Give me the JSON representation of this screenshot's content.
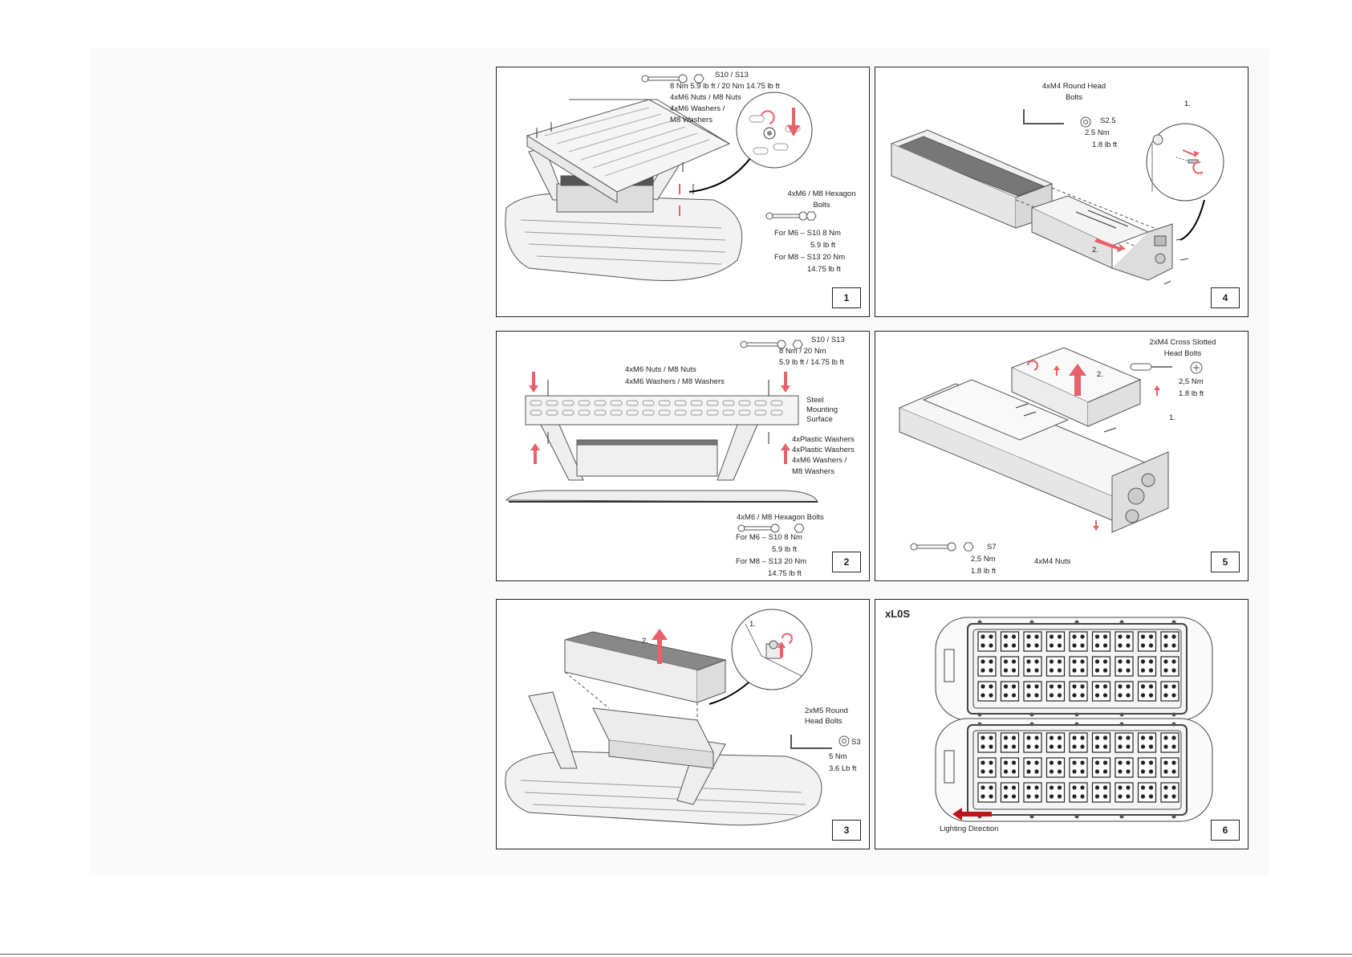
{
  "panels": {
    "p1": {
      "number": "1",
      "tool": "S10 / S13",
      "torque": "8 Nm 5.9 lb ft / 20 Nm 14.75 lb ft",
      "parts": [
        "4xM6 Nuts / M8 Nuts",
        "4xM6 Washers /",
        "M8 Washers"
      ],
      "bolts": [
        "4xM6 / M8 Hexagon",
        "Bolts"
      ],
      "bolt_torque": [
        "For M6 – S10 8 Nm",
        "5.9 lb ft",
        "For M8 – S13 20 Nm",
        "14.75 lb ft"
      ]
    },
    "p2": {
      "number": "2",
      "tool": "S10 / S13",
      "torque": [
        "8 Nm / 20 Nm",
        "5.9 lb ft /  14.75 lb ft"
      ],
      "parts": [
        "4xM6 Nuts / M8 Nuts",
        "4xM6 Washers / M8 Washers"
      ],
      "surface": [
        "Steel",
        "Mounting",
        "Surface"
      ],
      "washers": [
        "4xPlastic Washers",
        "4xPlastic Washers",
        "4xM6 Washers /",
        "M8 Washers"
      ],
      "bolts": "4xM6 / M8 Hexagon Bolts",
      "bolt_torque": [
        "For M6 – S10 8 Nm",
        "5.9 lb ft",
        "For M8 – S13 20 Nm",
        "14.75 lb ft"
      ]
    },
    "p3": {
      "number": "3",
      "step1": "1.",
      "step2": "2.",
      "bolts": [
        "2xM5 Round",
        "Head Bolts"
      ],
      "tool": "S3",
      "torque": [
        "5 Nm",
        "3.6 Lb ft"
      ]
    },
    "p4": {
      "number": "4",
      "bolts": [
        "4xM4 Round Head",
        "Bolts"
      ],
      "tool": "S2.5",
      "torque": [
        "2.5 Nm",
        "1.8 lb ft"
      ],
      "step1": "1.",
      "step2": "2."
    },
    "p5": {
      "number": "5",
      "bolts": [
        "2xM4 Cross Slotted",
        "Head Bolts"
      ],
      "torque": [
        "2,5 Nm",
        "1.8 lb ft"
      ],
      "step1": "1.",
      "step2": "2.",
      "tool": "S7",
      "nut_torque": [
        "2,5 Nm",
        "1.8 lb ft"
      ],
      "nuts": "4xM4 Nuts"
    },
    "p6": {
      "number": "6",
      "model": "xL0S",
      "caption": "Lighting Direction"
    }
  },
  "colors": {
    "accent": "#e8616a",
    "arrow_dark": "#c0141c",
    "line": "#333333"
  }
}
